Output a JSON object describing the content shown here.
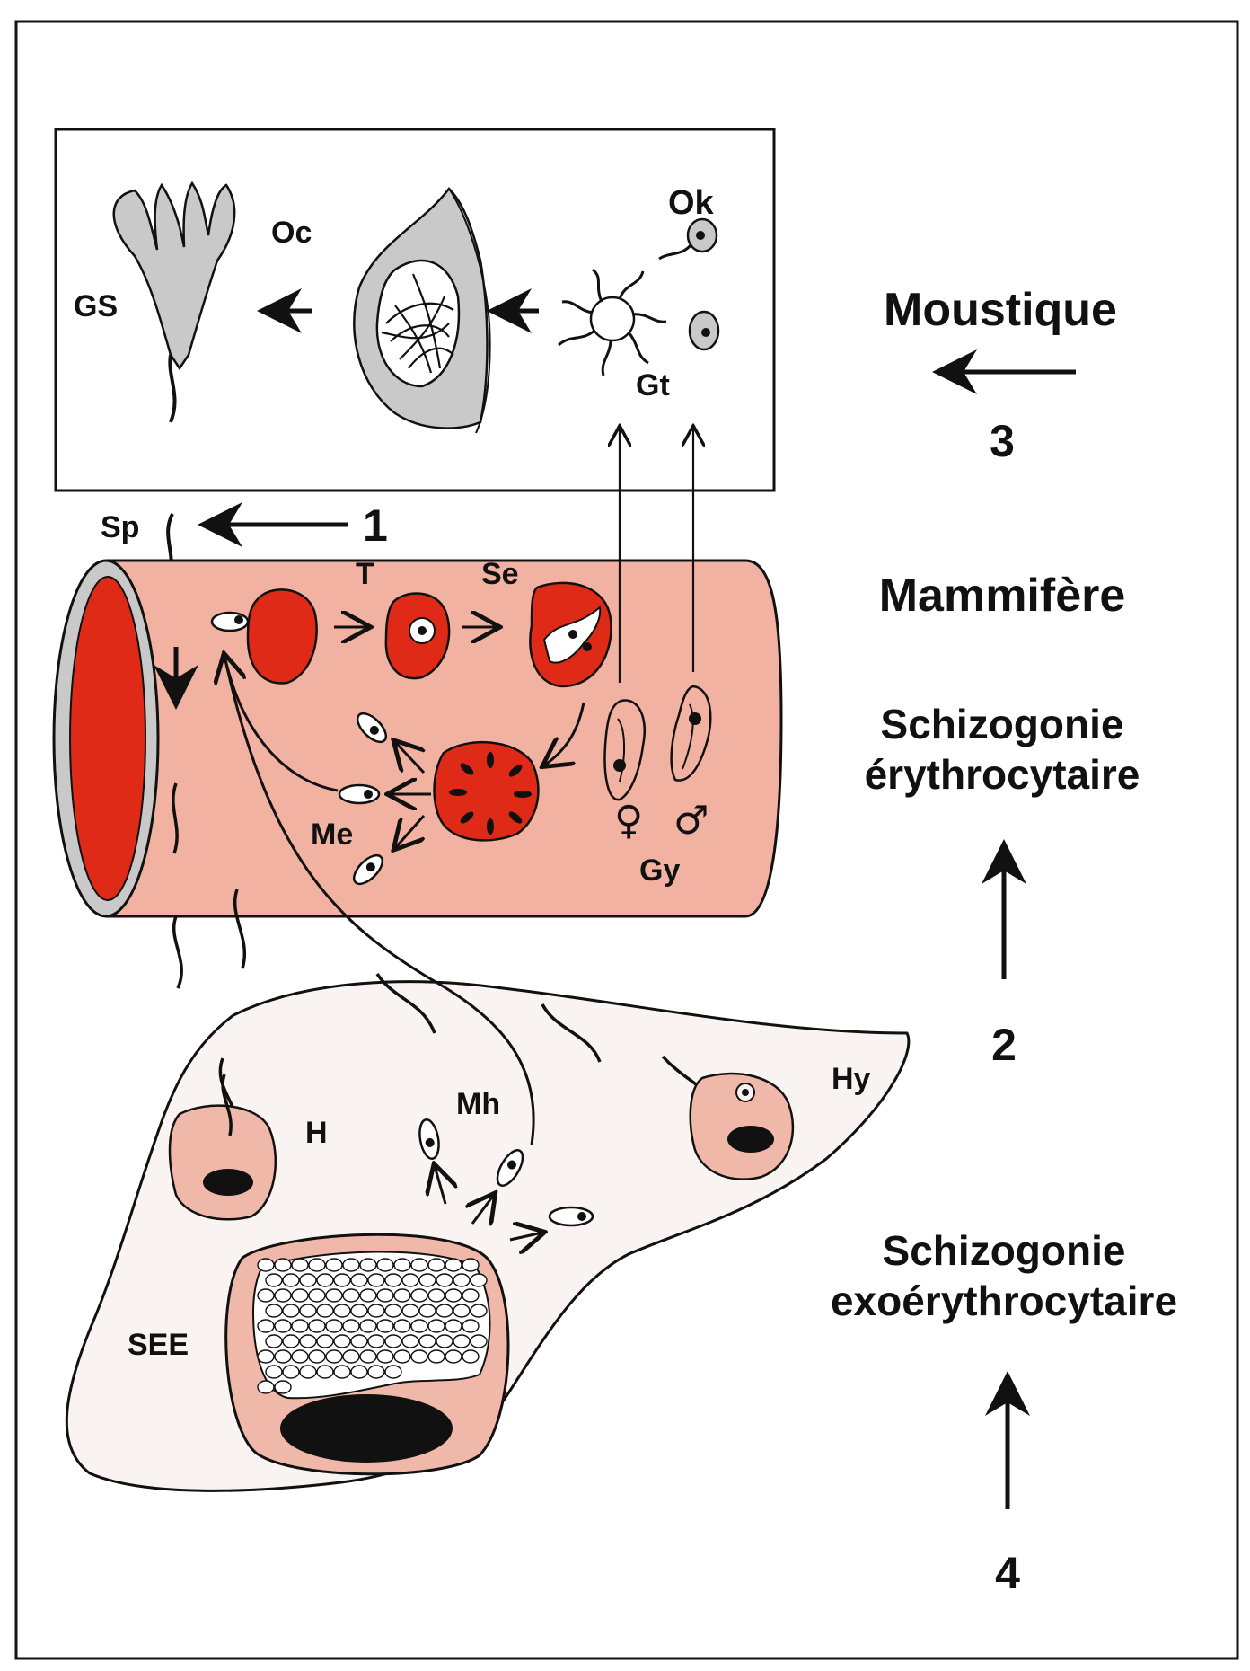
{
  "mosquito_box": {
    "labels": {
      "gs": "GS",
      "oc": "Oc",
      "ok": "Ok",
      "gt": "Gt"
    }
  },
  "mammal_blood": {
    "labels": {
      "sp": "Sp",
      "t": "T",
      "se": "Se",
      "me": "Me",
      "gy": "Gy"
    },
    "female_symbol": "♀",
    "male_symbol": "♂"
  },
  "liver": {
    "labels": {
      "h": "H",
      "mh": "Mh",
      "hy": "Hy",
      "see": "SEE"
    }
  },
  "steps": {
    "step1": "1",
    "step2": "2",
    "step3": "3",
    "step4": "4"
  },
  "side_labels": {
    "moustique": "Moustique",
    "mammifere": "Mammifère",
    "schizo_ery_line1": "Schizogonie",
    "schizo_ery_line2": "érythrocytaire",
    "schizo_exo_line1": "Schizogonie",
    "schizo_exo_line2": "exoérythrocytaire"
  },
  "colors": {
    "vessel": "#f2b2a2",
    "blood": "#e02a18",
    "liver": "#f9f4f1",
    "hepatocyte": "#f0b8a8",
    "gray": "#c9c9c9",
    "ink": "#111111"
  }
}
